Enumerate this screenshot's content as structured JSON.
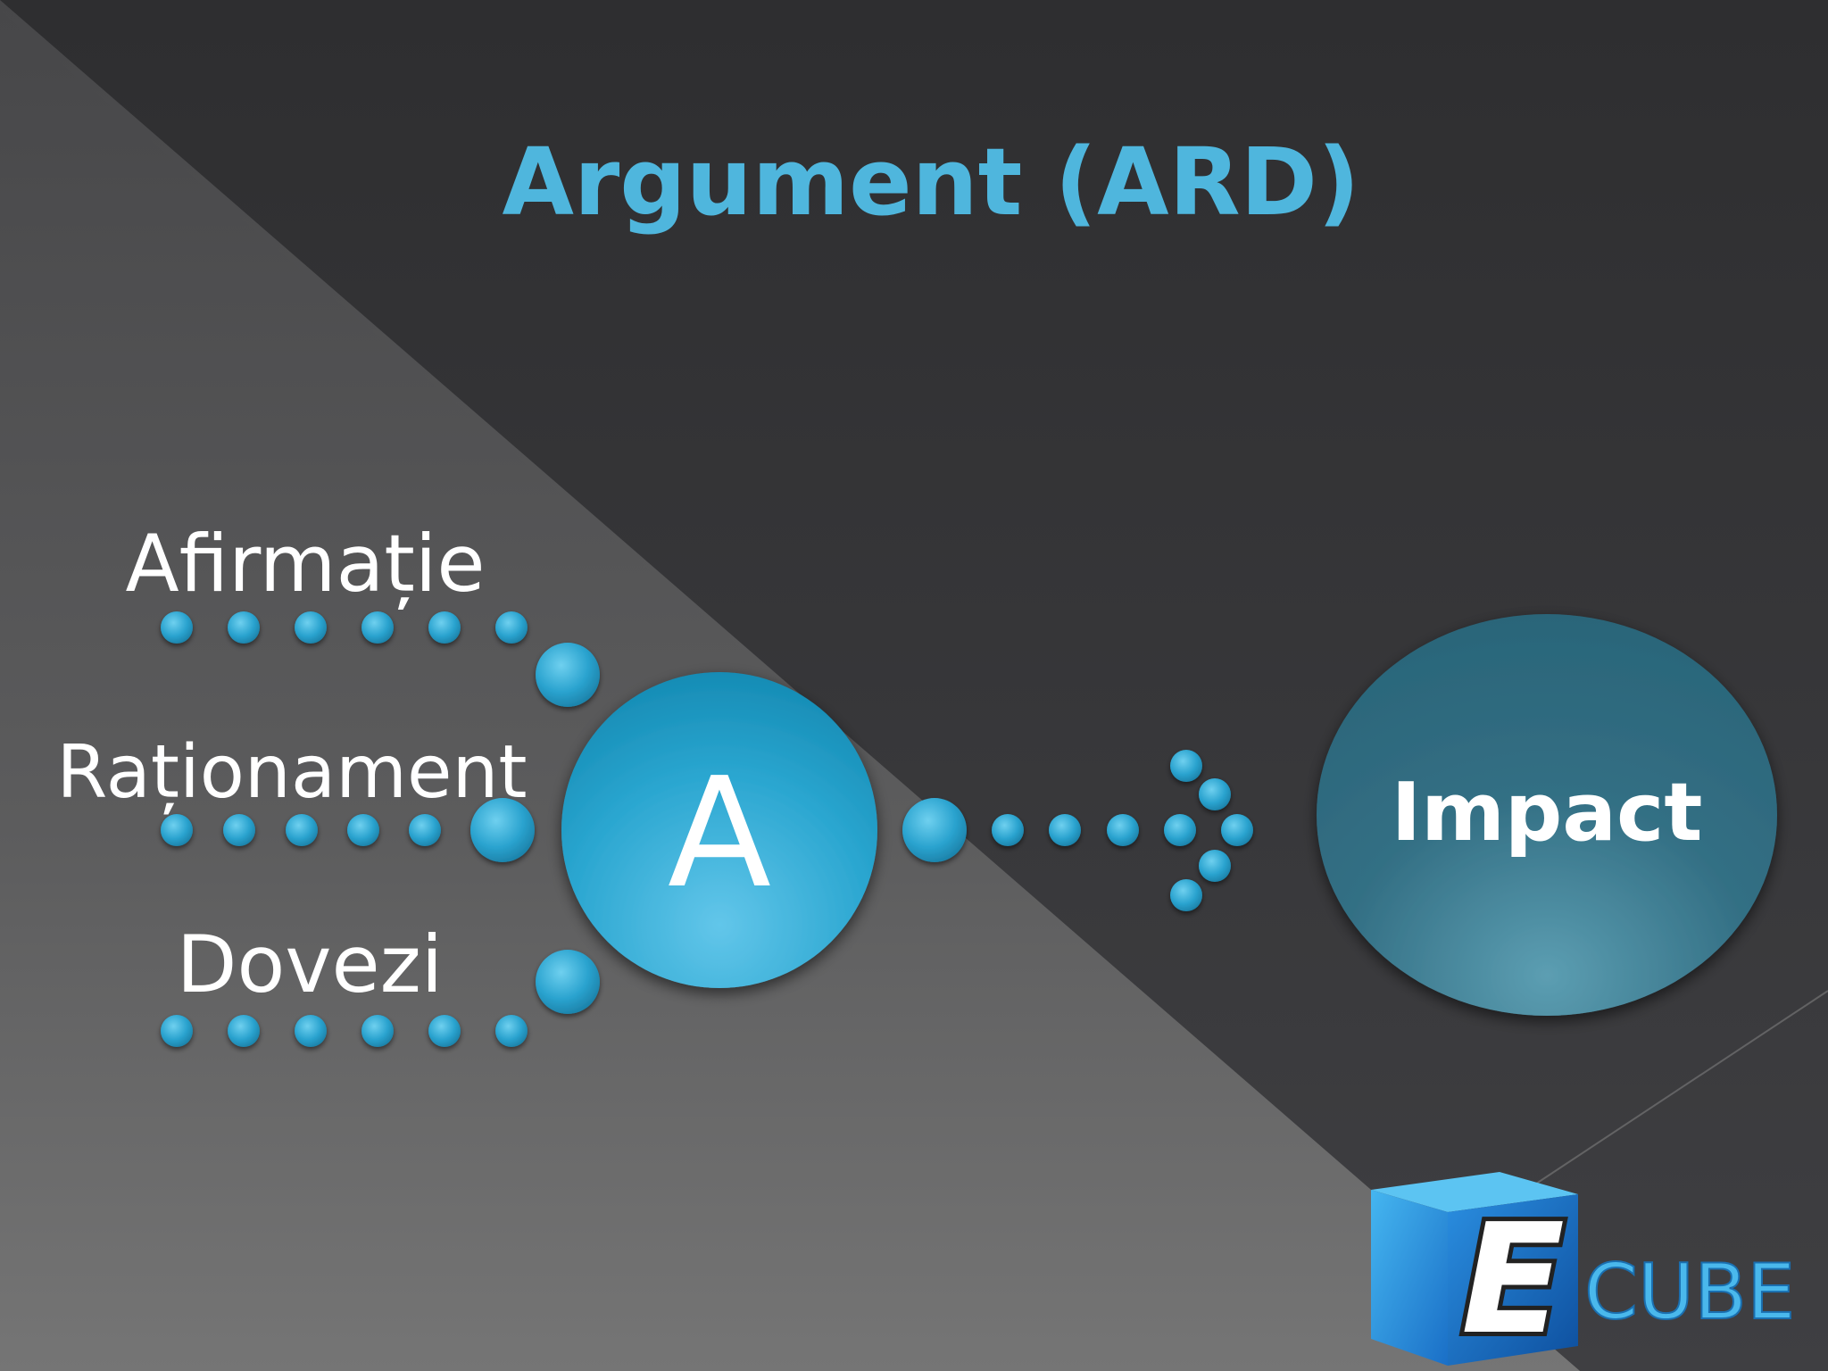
{
  "slide": {
    "title": "Argument (ARD)",
    "center_letter": "A",
    "inputs": [
      {
        "label": "Afirmație"
      },
      {
        "label": "Raționament"
      },
      {
        "label": "Dovezi"
      }
    ],
    "outcome": "Impact",
    "logo": {
      "letter": "E",
      "wordmark": "CUBE"
    }
  },
  "colors": {
    "title": "#4fb6dd",
    "dot": "#2ea6d0",
    "circle_a": "#22a0c8",
    "impact": "#2d6c80",
    "label": "#ffffff",
    "bg_dark": "#303032",
    "bg_light": "#6a6a6a"
  }
}
